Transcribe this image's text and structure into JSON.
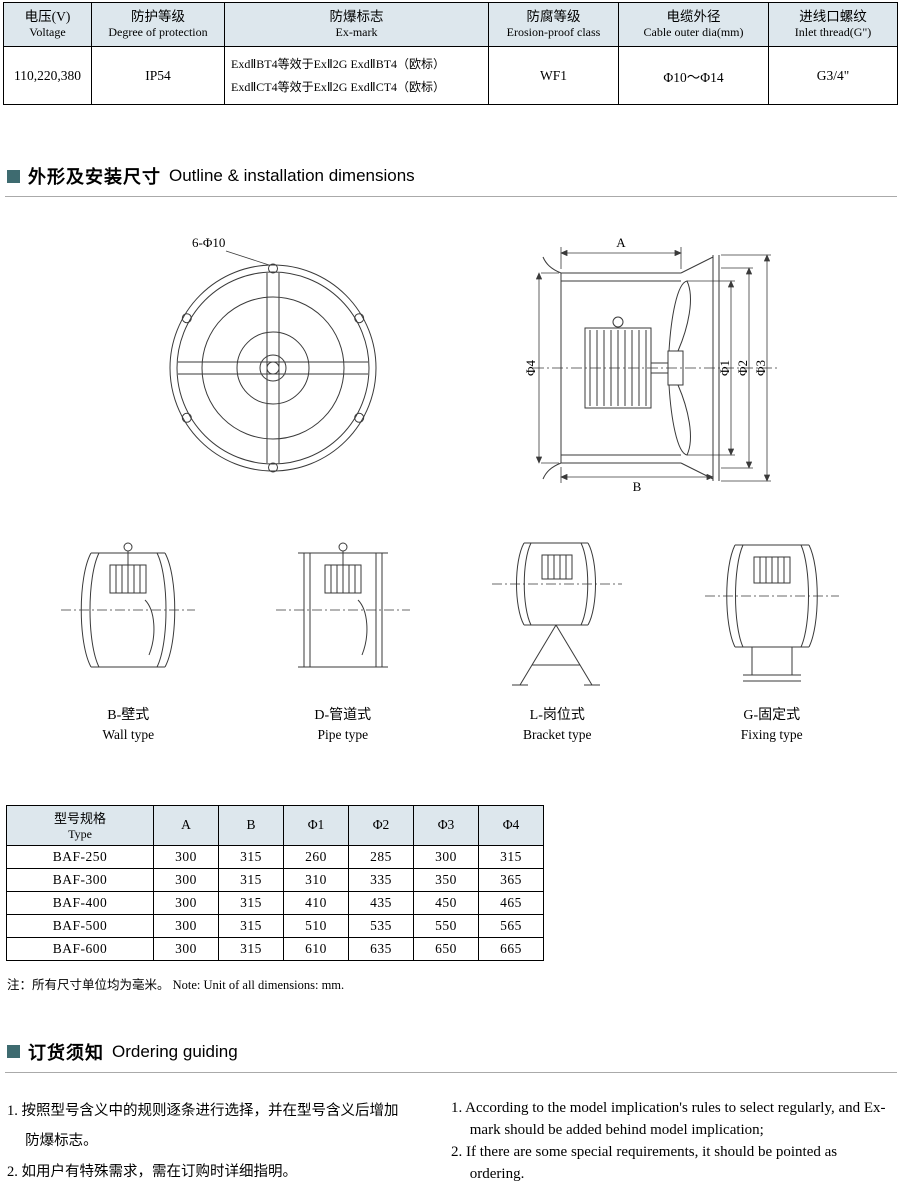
{
  "colors": {
    "accent_square": "#3e6b70",
    "table_header_bg": "#dde7ed",
    "line": "#3a3a3a"
  },
  "spec_table": {
    "headers": [
      {
        "zh": "电压(V)",
        "en": "Voltage"
      },
      {
        "zh": "防护等级",
        "en": "Degree of protection"
      },
      {
        "zh": "防爆标志",
        "en": "Ex-mark"
      },
      {
        "zh": "防腐等级",
        "en": "Erosion-proof class"
      },
      {
        "zh": "电缆外径",
        "en": "Cable outer dia(mm)"
      },
      {
        "zh": "进线口螺纹",
        "en": "Inlet thread(G\")"
      }
    ],
    "row": {
      "voltage": "110,220,380",
      "protection": "IP54",
      "ex_mark_line1": "ExdⅡBT4等效于ExⅡ2G ExdⅡBT4（欧标）",
      "ex_mark_line2": "ExdⅡCT4等效于ExⅡ2G ExdⅡCT4（欧标）",
      "erosion": "WF1",
      "cable": "Φ10～Φ14",
      "thread": "G3/4\""
    }
  },
  "section_outline": {
    "zh": "外形及安装尺寸",
    "en": "Outline & installation dimensions"
  },
  "drawings": {
    "front_hole_label": "6-Φ10",
    "dims": {
      "a": "A",
      "b": "B",
      "d1": "Φ1",
      "d2": "Φ2",
      "d3": "Φ3",
      "d4": "Φ4"
    }
  },
  "mount_types": [
    {
      "zh": "B-壁式",
      "en": "Wall type"
    },
    {
      "zh": "D-管道式",
      "en": "Pipe type"
    },
    {
      "zh": "L-岗位式",
      "en": "Bracket type"
    },
    {
      "zh": "G-固定式",
      "en": "Fixing type"
    }
  ],
  "dim_table": {
    "type_header_zh": "型号规格",
    "type_header_en": "Type",
    "cols": [
      "A",
      "B",
      "Φ1",
      "Φ2",
      "Φ3",
      "Φ4"
    ],
    "rows": [
      [
        "BAF-250",
        "300",
        "315",
        "260",
        "285",
        "300",
        "315"
      ],
      [
        "BAF-300",
        "300",
        "315",
        "310",
        "335",
        "350",
        "365"
      ],
      [
        "BAF-400",
        "300",
        "315",
        "410",
        "435",
        "450",
        "465"
      ],
      [
        "BAF-500",
        "300",
        "315",
        "510",
        "535",
        "550",
        "565"
      ],
      [
        "BAF-600",
        "300",
        "315",
        "610",
        "635",
        "650",
        "665"
      ]
    ]
  },
  "note": "注：所有尺寸单位均为毫米。 Note: Unit of all dimensions: mm.",
  "section_ordering": {
    "zh": "订货须知",
    "en": "Ordering guiding"
  },
  "ordering": {
    "zh_items": [
      "1. 按照型号含义中的规则逐条进行选择，并在型号含义后增加防爆标志。",
      "2. 如用户有特殊需求，需在订购时详细指明。"
    ],
    "en_items": [
      "1. According to the model implication's rules to select regularly, and Ex-mark should be added behind model implication;",
      "2. If there are some special requirements, it should be pointed as ordering."
    ]
  }
}
